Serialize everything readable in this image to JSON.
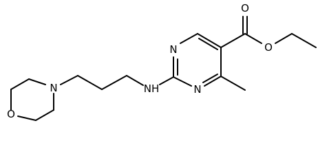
{
  "molecule": {
    "atoms": {
      "morpholine_o": "O",
      "morpholine_n": "N",
      "amine_nh": "NH",
      "ring_n1": "N",
      "ring_n3": "N",
      "carbonyl_o": "O",
      "ester_o": "O"
    }
  },
  "colors": {
    "bond": "#000000",
    "label": "#000000",
    "background": "#ffffff"
  }
}
